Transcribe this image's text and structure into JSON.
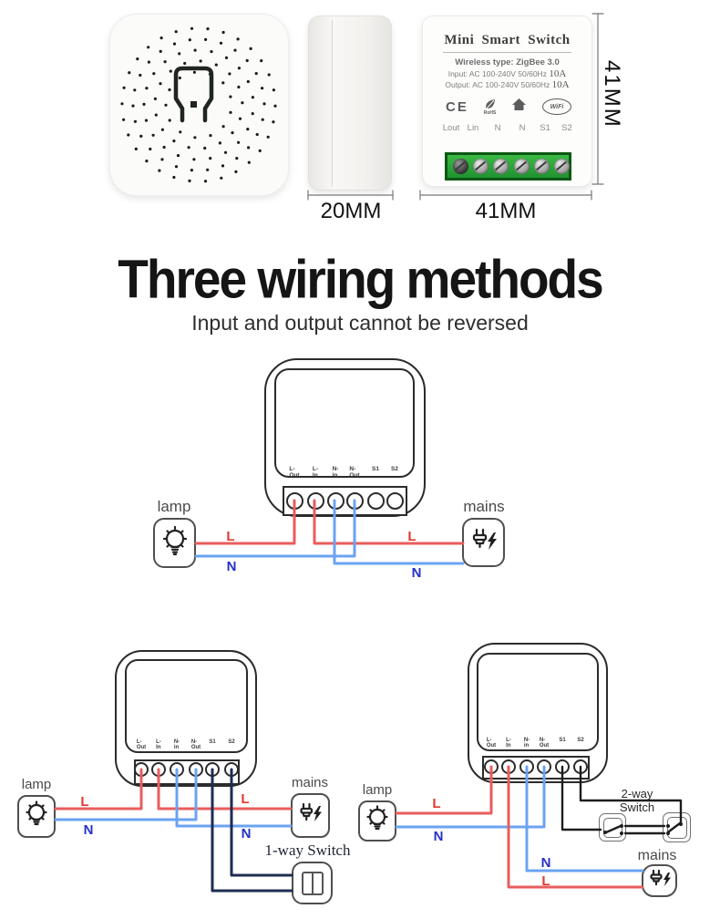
{
  "product": {
    "side": {
      "dimension_label": "20MM"
    },
    "back": {
      "title": "Mini Smart Switch",
      "wireless": "Wireless type: ZigBee 3.0",
      "input_label": "Input:",
      "input_value": "AC 100-240V 50/60Hz",
      "input_amp": "10A",
      "output_label": "Output:",
      "output_value": "AC 100-240V 50/60Hz",
      "output_amp": "10A",
      "ce": "CE",
      "rohs": "RoHS",
      "wifi": "WiFi",
      "terminals": [
        "Lout",
        "Lin",
        "N",
        "N",
        "S1",
        "S2"
      ],
      "width_label": "41MM",
      "height_label": "41MM"
    }
  },
  "heading": {
    "title": "Three wiring methods",
    "subtitle": "Input and output cannot be reversed"
  },
  "wiring": {
    "terminals": [
      "L-Out",
      "L-In",
      "N-in",
      "N-Out",
      "S1",
      "S2"
    ],
    "lamp": "lamp",
    "mains": "mains",
    "live": "L",
    "neutral": "N",
    "one_way_switch": "1-way Switch",
    "two_way_switch": "2-way Switch"
  },
  "colors": {
    "live": "#e85d5d",
    "neutral": "#6ba3f2",
    "live_label": "#e23a2e",
    "neutral_label": "#2531c8",
    "navy": "#1d2c52",
    "black_wire": "#1d1d1d",
    "terminal_green": "#2ca63a"
  }
}
